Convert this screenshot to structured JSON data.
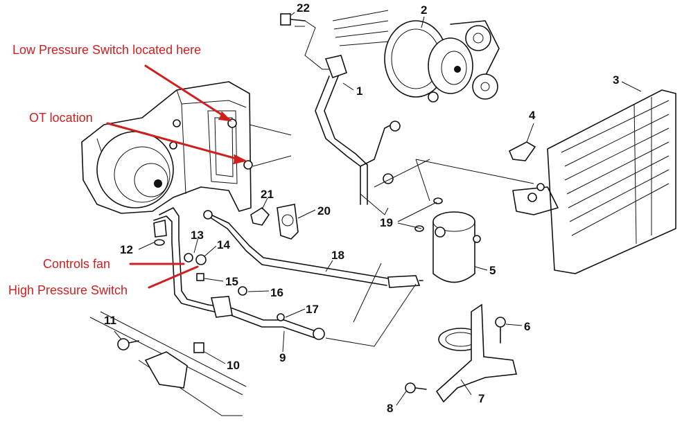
{
  "annotations": {
    "low_pressure": "Low Pressure Switch located here",
    "ot_location": "OT location",
    "controls_fan": "Controls fan",
    "high_pressure": "High Pressure Switch"
  },
  "callouts": [
    "1",
    "2",
    "3",
    "4",
    "5",
    "6",
    "7",
    "8",
    "9",
    "10",
    "11",
    "12",
    "13",
    "14",
    "15",
    "16",
    "17",
    "18",
    "19",
    "20",
    "21",
    "22"
  ],
  "colors": {
    "annotation": "#d01f1f",
    "line_art": "#111111",
    "background": "#ffffff"
  }
}
